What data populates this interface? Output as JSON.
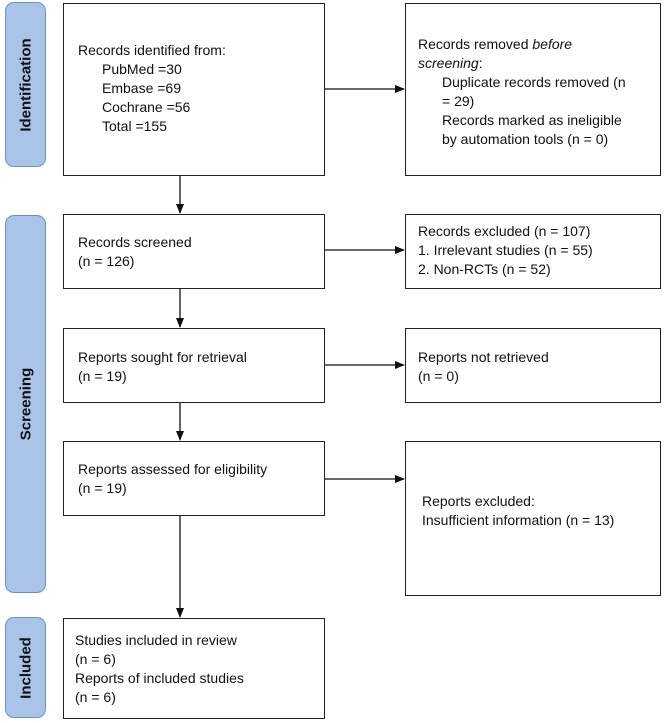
{
  "phases": {
    "identification": "Identification",
    "screening": "Screening",
    "included": "Included"
  },
  "identified": {
    "heading": "Records identified from:",
    "pubmed": "PubMed =30",
    "embase": "Embase =69",
    "cochrane": "Cochrane =56",
    "total": "Total =155"
  },
  "removed": {
    "heading_a": "Records removed ",
    "heading_b": "before",
    "heading_c": "screening",
    "heading_d": ":",
    "dup_a": "Duplicate records removed (n",
    "dup_b": "= 29)",
    "auto_a": "Records marked as ineligible",
    "auto_b": "by automation tools (n = 0)"
  },
  "screened": {
    "label": "Records screened",
    "n": "(n = 126)"
  },
  "excluded": {
    "heading": "Records excluded (n = 107)",
    "item1": "1. Irrelevant studies (n = 55)",
    "item2": "2. Non-RCTs (n = 52)"
  },
  "sought": {
    "label": "Reports sought for retrieval",
    "n": "(n = 19)"
  },
  "not_retrieved": {
    "label": "Reports not retrieved",
    "n": "(n = 0)"
  },
  "assessed": {
    "label": "Reports assessed for eligibility",
    "n": "(n = 19)"
  },
  "reports_excluded": {
    "heading": "Reports excluded:",
    "reason": "Insufficient information (n = 13)"
  },
  "included": {
    "studies": "Studies included in review",
    "studies_n": "(n = 6)",
    "reports": "Reports of included studies",
    "reports_n": "(n = 6)"
  },
  "colors": {
    "phase_fill": "#a9c4e8",
    "phase_border": "#6e8fbf",
    "line": "#111111"
  }
}
